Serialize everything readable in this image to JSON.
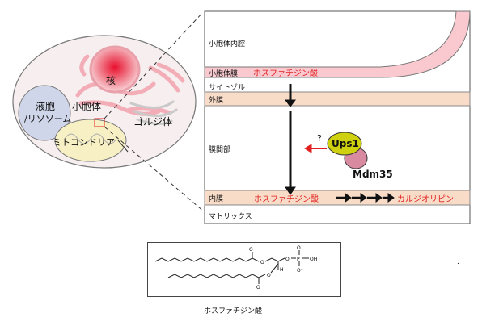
{
  "cell": {
    "nucleus": "核",
    "vacuole_line1": "液胞",
    "vacuole_line2": "/リソソーム",
    "er": "小胞体",
    "golgi": "ゴルジ体",
    "mitochondria": "ミトコンドリア"
  },
  "zoom": {
    "er_lumen": "小胞体内腔",
    "er_membrane": "小胞体膜",
    "pa_top": "ホスファチジン酸",
    "cytosol": "サイトゾル",
    "outer_membrane": "外膜",
    "intermembrane_space": "膜間部",
    "question": "?",
    "ups1": "Ups1",
    "mdm35": "Mdm35",
    "inner_membrane": "内膜",
    "pa_bottom": "ホスファチジン酸",
    "cardiolipin": "カルジオリピン",
    "matrix": "マトリックス"
  },
  "structure": {
    "caption": "ホスファチジン酸",
    "dot": "."
  },
  "colors": {
    "membrane_fill": "#f8dcc8",
    "er_membrane_fill": "#f9c9cf",
    "red": "#e02020",
    "ups1": "#cfd10e",
    "mdm35": "#d88aa0",
    "nucleus": "#ee3a55",
    "cell_fill": "#f6eeef"
  }
}
